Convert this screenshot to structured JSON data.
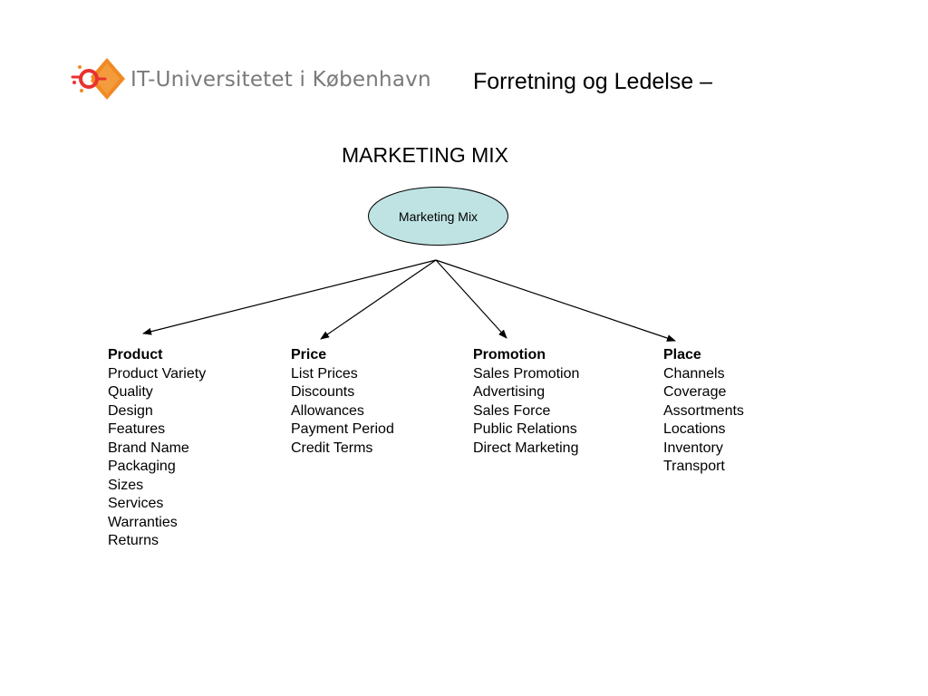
{
  "header": {
    "logo_text": "IT-Universitetet i København",
    "course_title": "Forretning og Ledelse –"
  },
  "slide": {
    "title": "MARKETING MIX"
  },
  "diagram": {
    "root": "Marketing Mix",
    "root_fill": "#bfe3e3",
    "categories": [
      {
        "heading": "Product",
        "items": [
          "Product Variety",
          "Quality",
          "Design",
          "Features",
          "Brand Name",
          "Packaging",
          "Sizes",
          "Services",
          "Warranties",
          "Returns"
        ]
      },
      {
        "heading": "Price",
        "items": [
          "List Prices",
          "Discounts",
          "Allowances",
          "Payment Period",
          "Credit Terms"
        ]
      },
      {
        "heading": "Promotion",
        "items": [
          "Sales Promotion",
          "Advertising",
          "Sales Force",
          "Public Relations",
          "Direct Marketing"
        ]
      },
      {
        "heading": "Place",
        "items": [
          "Channels",
          "Coverage",
          "Assortments",
          "Locations",
          "Inventory",
          "Transport"
        ]
      }
    ]
  },
  "colors": {
    "logo_orange": "#f08a24",
    "logo_red": "#e8322f",
    "logo_text": "#7a7a7a"
  }
}
